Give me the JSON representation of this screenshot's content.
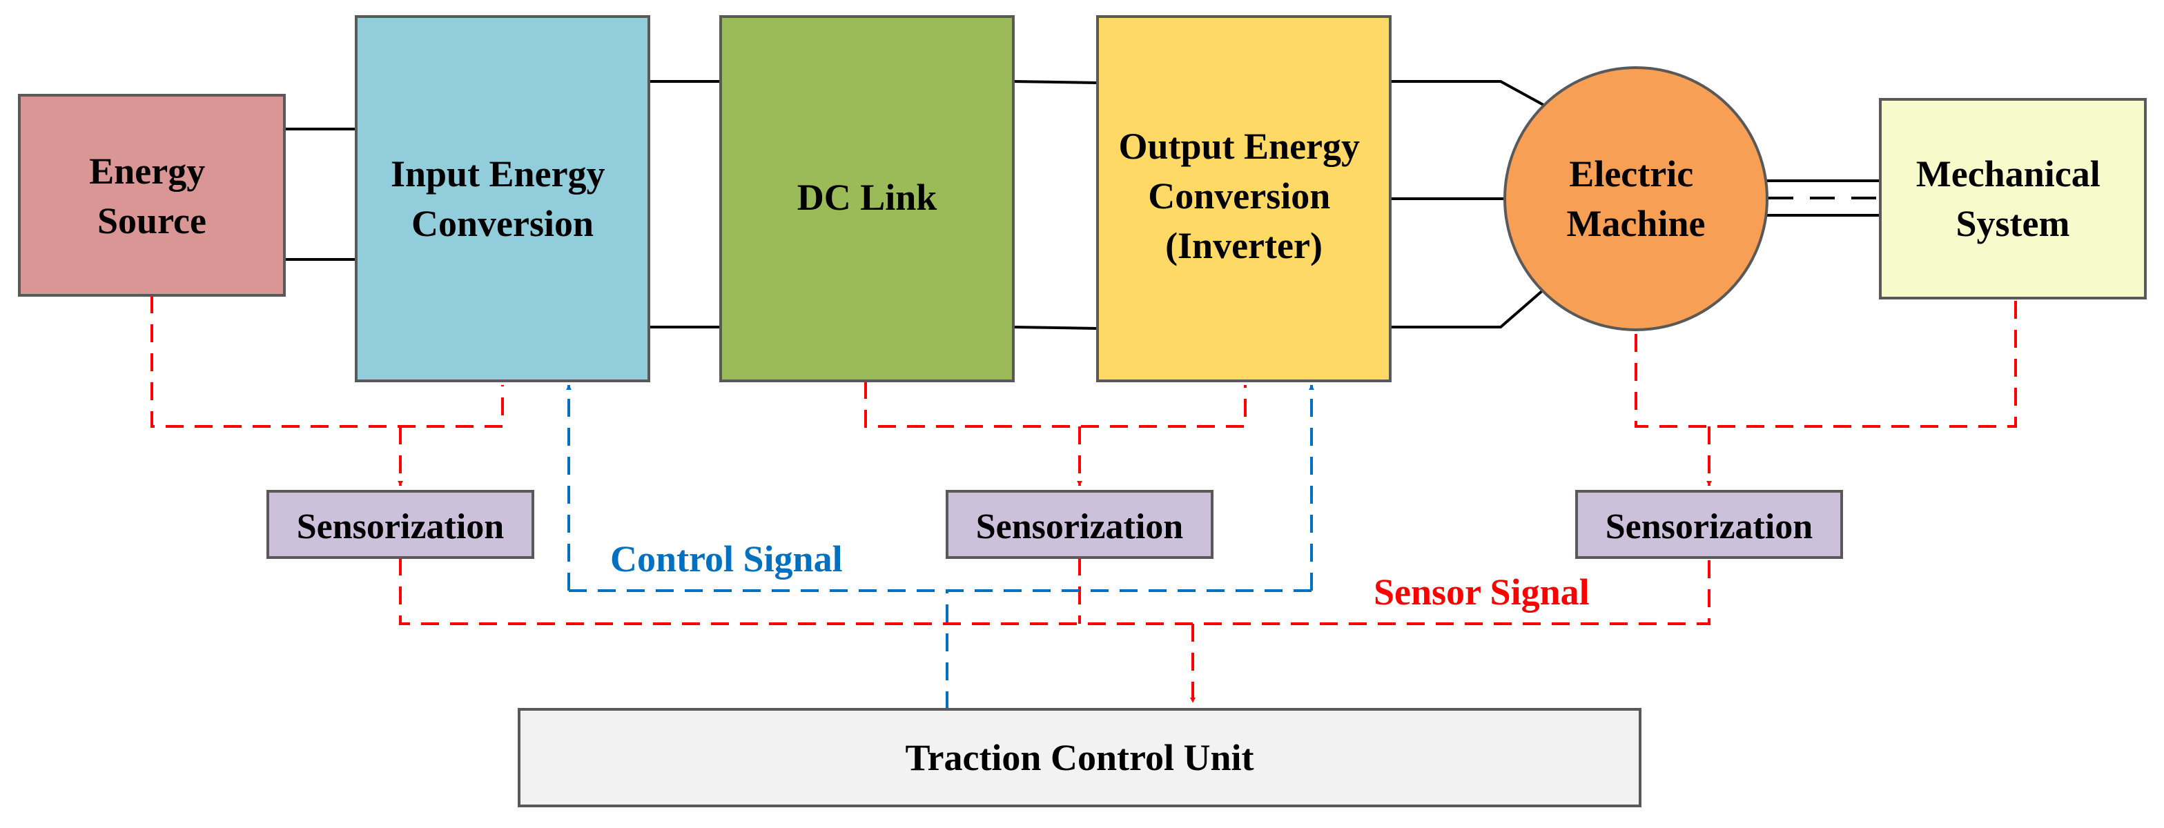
{
  "blocks": {
    "energy_source": {
      "lines": [
        "Energy",
        "Source"
      ],
      "color": "#d99694"
    },
    "input_conversion": {
      "lines": [
        "Input Energy",
        "Conversion"
      ],
      "color": "#92cddc"
    },
    "dc_link": {
      "lines": [
        "DC Link"
      ],
      "color": "#9bbb59"
    },
    "output_conversion": {
      "lines": [
        "Output Energy",
        "Conversion",
        "(Inverter)"
      ],
      "color": "#ffd966"
    },
    "electric_machine": {
      "lines": [
        "Electric",
        "Machine"
      ],
      "color": "#f79f54"
    },
    "mechanical_system": {
      "lines": [
        "Mechanical",
        "System"
      ],
      "color": "#f7fbcc"
    },
    "traction_control_unit": {
      "lines": [
        "Traction Control Unit"
      ],
      "color": "#f2f2f2"
    }
  },
  "sensors": [
    {
      "label": "Sensorization"
    },
    {
      "label": "Sensorization"
    },
    {
      "label": "Sensorization"
    }
  ],
  "sensor_color": "#ccc0da",
  "signals": {
    "control": {
      "label": "Control Signal",
      "color": "#0070c0"
    },
    "sensor": {
      "label": "Sensor Signal",
      "color": "#ff0000"
    }
  }
}
